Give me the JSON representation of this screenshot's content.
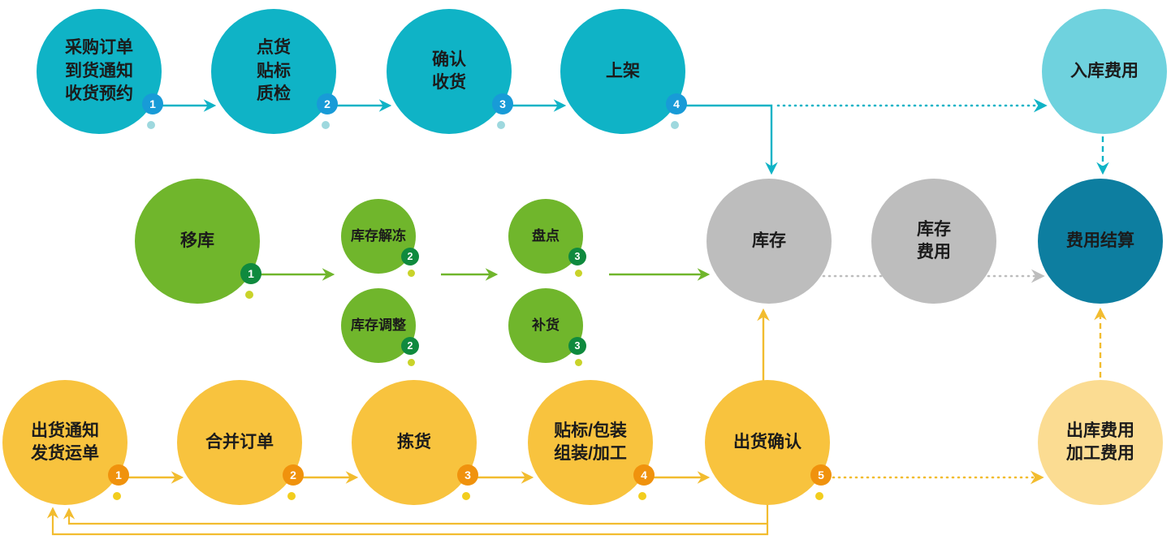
{
  "diagram": {
    "inbound": {
      "steps": [
        {
          "label": "采购订单\n到货通知\n收货预约",
          "badge": "1"
        },
        {
          "label": "点货\n贴标\n质检",
          "badge": "2"
        },
        {
          "label": "确认\n收货",
          "badge": "3"
        },
        {
          "label": "上架",
          "badge": "4"
        }
      ],
      "fee": {
        "label": "入库费用"
      }
    },
    "inventory": {
      "move": {
        "label": "移库",
        "badge": "1"
      },
      "ops": [
        {
          "label": "库存解冻",
          "badge": "2"
        },
        {
          "label": "库存调整",
          "badge": "2"
        },
        {
          "label": "盘点",
          "badge": "3"
        },
        {
          "label": "补货",
          "badge": "3"
        }
      ],
      "stock": {
        "label": "库存"
      },
      "stock_fee": {
        "label": "库存\n费用"
      },
      "settlement": {
        "label": "费用结算"
      }
    },
    "outbound": {
      "steps": [
        {
          "label": "出货通知\n发货运单",
          "badge": "1"
        },
        {
          "label": "合并订单",
          "badge": "2"
        },
        {
          "label": "拣货",
          "badge": "3"
        },
        {
          "label": "贴标/包装\n组装/加工",
          "badge": "4"
        },
        {
          "label": "出货确认",
          "badge": "5"
        }
      ],
      "fee": {
        "label": "出库费用\n加工费用"
      }
    },
    "colors": {
      "inbound": "#0fb3c6",
      "inbound_fee": "#6fd2de",
      "inventory": "#70b62c",
      "stock_gray": "#bdbdbd",
      "settlement": "#0d7ea0",
      "outbound": "#f8c33e",
      "outbound_fee": "#fbdc92",
      "badge_blue": "#189bd7",
      "badge_green": "#0f8a3e",
      "badge_orange": "#f0920d"
    }
  }
}
